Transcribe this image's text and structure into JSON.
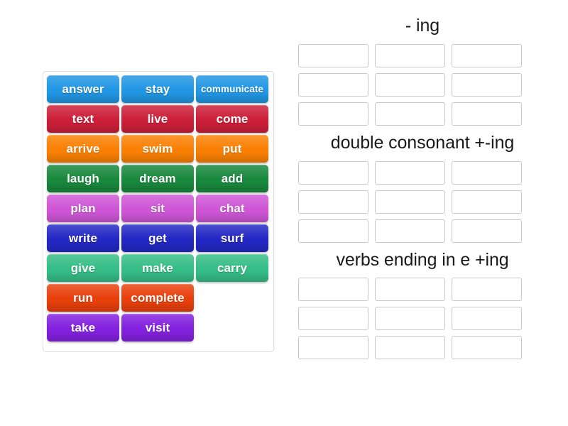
{
  "activity": {
    "type": "group-sort",
    "tray_label": "word-tiles-tray"
  },
  "tiles": {
    "rows": [
      {
        "color": "#2196E3",
        "cells": [
          {
            "label": "answer",
            "size": "normal"
          },
          {
            "label": "stay",
            "size": "normal"
          },
          {
            "label": "communicate",
            "size": "small"
          }
        ]
      },
      {
        "color": "#CC1F39",
        "cells": [
          {
            "label": "text",
            "size": "normal"
          },
          {
            "label": "live",
            "size": "normal"
          },
          {
            "label": "come",
            "size": "normal"
          }
        ]
      },
      {
        "color": "#F98003",
        "cells": [
          {
            "label": "arrive",
            "size": "normal"
          },
          {
            "label": "swim",
            "size": "normal"
          },
          {
            "label": "put",
            "size": "normal"
          }
        ]
      },
      {
        "color": "#18883C",
        "cells": [
          {
            "label": "laugh",
            "size": "normal"
          },
          {
            "label": "dream",
            "size": "normal"
          },
          {
            "label": "add",
            "size": "normal"
          }
        ]
      },
      {
        "color": "#CE56D6",
        "cells": [
          {
            "label": "plan",
            "size": "normal"
          },
          {
            "label": "sit",
            "size": "normal"
          },
          {
            "label": "chat",
            "size": "normal"
          }
        ]
      },
      {
        "color": "#2328C4",
        "cells": [
          {
            "label": "write",
            "size": "normal"
          },
          {
            "label": "get",
            "size": "normal"
          },
          {
            "label": "surf",
            "size": "normal"
          }
        ]
      },
      {
        "color": "#35BD86",
        "cells": [
          {
            "label": "give",
            "size": "normal"
          },
          {
            "label": "make",
            "size": "normal"
          },
          {
            "label": "carry",
            "size": "normal"
          }
        ]
      },
      {
        "color": "#E8400C",
        "cells": [
          {
            "label": "run",
            "size": "normal"
          },
          {
            "label": "complete",
            "size": "normal"
          },
          {
            "label": "",
            "size": "empty"
          }
        ]
      },
      {
        "color": "#8321DE",
        "cells": [
          {
            "label": "take",
            "size": "normal"
          },
          {
            "label": "visit",
            "size": "normal"
          },
          {
            "label": "",
            "size": "empty"
          }
        ]
      }
    ]
  },
  "groups": [
    {
      "title": "- ing",
      "slots": [
        "",
        "",
        "",
        "",
        "",
        "",
        "",
        "",
        ""
      ]
    },
    {
      "title": "double consonant +-ing",
      "slots": [
        "",
        "",
        "",
        "",
        "",
        "",
        "",
        "",
        ""
      ]
    },
    {
      "title": "verbs ending in e +ing",
      "slots": [
        "",
        "",
        "",
        "",
        "",
        "",
        "",
        "",
        ""
      ]
    }
  ],
  "colors": {
    "page_background": "#ffffff",
    "tray_border": "#dcdcdc",
    "slot_border": "#c9c9c9",
    "title_text": "#1a1a1a",
    "tile_text": "#ffffff"
  }
}
